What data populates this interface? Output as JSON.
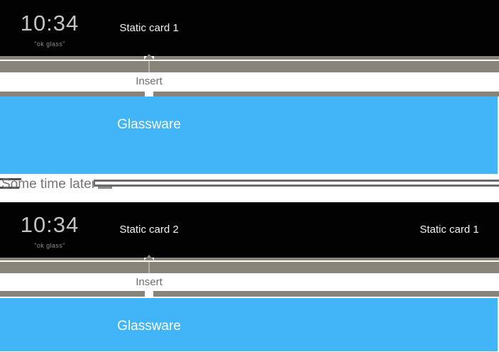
{
  "colors": {
    "glass_blue": "#41b5f8",
    "timeline_gray": "#88847a",
    "card_black": "#020202"
  },
  "panel_before": {
    "clock_card": {
      "time": "10:34",
      "hint": "\"ok glass\""
    },
    "static_cards": [
      {
        "label": "Static card 1"
      }
    ],
    "insert_label": "Insert",
    "glassware_card": {
      "label": "Glassware"
    }
  },
  "divider": {
    "label": "Some time later"
  },
  "panel_after": {
    "clock_card": {
      "time": "10:34",
      "hint": "\"ok glass\""
    },
    "static_cards": [
      {
        "label": "Static card 2"
      },
      {
        "label": "Static card 1"
      }
    ],
    "insert_label": "Insert",
    "glassware_card": {
      "label": "Glassware"
    }
  }
}
